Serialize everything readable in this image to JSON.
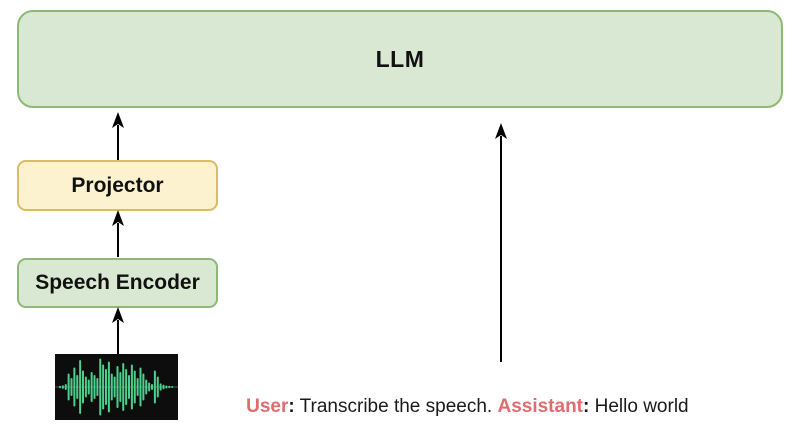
{
  "diagram": {
    "boxes": {
      "llm": {
        "label": "LLM"
      },
      "projector": {
        "label": "Projector"
      },
      "speech_encoder": {
        "label": "Speech Encoder"
      }
    },
    "caption": {
      "user_label": "User",
      "user_separator": ":",
      "user_text": " Transcribe the speech. ",
      "assistant_label": "Assistant",
      "assistant_separator": ":",
      "assistant_text": " Hello world"
    },
    "icons": {
      "waveform": {
        "name": "audio-waveform-icon",
        "bars": [
          0.04,
          0.06,
          0.1,
          0.45,
          0.3,
          0.65,
          0.4,
          0.9,
          0.55,
          0.35,
          0.25,
          0.5,
          0.4,
          0.3,
          0.95,
          0.75,
          0.6,
          0.85,
          0.45,
          0.35,
          0.7,
          0.5,
          0.8,
          0.6,
          0.4,
          0.75,
          0.55,
          0.3,
          0.65,
          0.45,
          0.25,
          0.15,
          0.1,
          0.55,
          0.35,
          0.12,
          0.08,
          0.05,
          0.04,
          0.03
        ]
      }
    },
    "colors": {
      "box_green_fill": "#d9e8d2",
      "box_green_border": "#8cb973",
      "box_yellow_fill": "#fdf2cf",
      "box_yellow_border": "#d9bd62",
      "arrow": "#000000",
      "speaker_highlight": "#e06c6c",
      "text": "#1a1a1a",
      "waveform_green": "#4cd08d",
      "waveform_background": "#0d0d0d"
    }
  }
}
